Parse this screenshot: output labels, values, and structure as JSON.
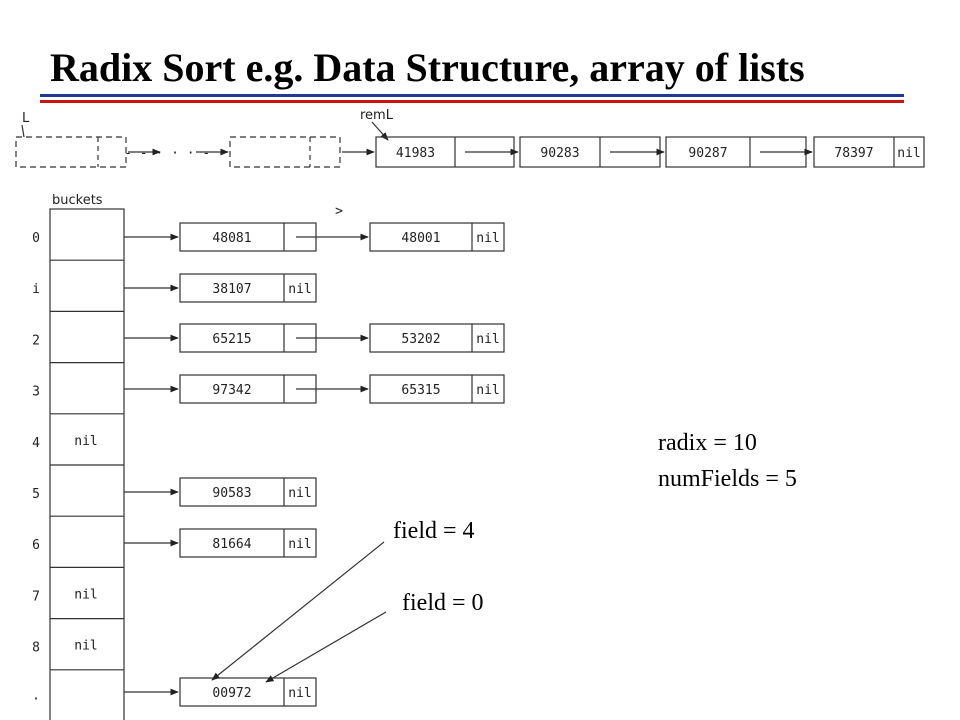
{
  "title": "Radix Sort e.g. Data Structure, array of lists",
  "accent_colors": {
    "rule_blue": "#1f3a93",
    "rule_red": "#cc1111"
  },
  "top_list": {
    "head_label": "L",
    "pointer_label": "remL",
    "ellipsis": "- - · · · - -",
    "nodes": [
      "41983",
      "90283",
      "90287",
      "78397"
    ],
    "tail": "nil"
  },
  "buckets": {
    "label": "buckets",
    "indices": [
      "0",
      "i",
      "2",
      "3",
      "4",
      "5",
      "6",
      "7",
      "8",
      "·"
    ],
    "nil_marker": "nil",
    "nil_slots": [
      4,
      7,
      8
    ],
    "rows": [
      {
        "index": 0,
        "nodes": [
          "48081",
          "48001"
        ]
      },
      {
        "index": 1,
        "nodes": [
          "38107"
        ]
      },
      {
        "index": 2,
        "nodes": [
          "65215",
          "53202"
        ]
      },
      {
        "index": 3,
        "nodes": [
          "97342",
          "65315"
        ]
      },
      {
        "index": 5,
        "nodes": [
          "90583"
        ]
      },
      {
        "index": 6,
        "nodes": [
          "81664"
        ]
      },
      {
        "index": 9,
        "nodes": [
          "00972"
        ]
      }
    ]
  },
  "stray_mark": ">",
  "annotations": {
    "radix": "radix = 10",
    "num_fields": "numFields = 5",
    "field_4": "field = 4",
    "field_0": "field = 0"
  }
}
